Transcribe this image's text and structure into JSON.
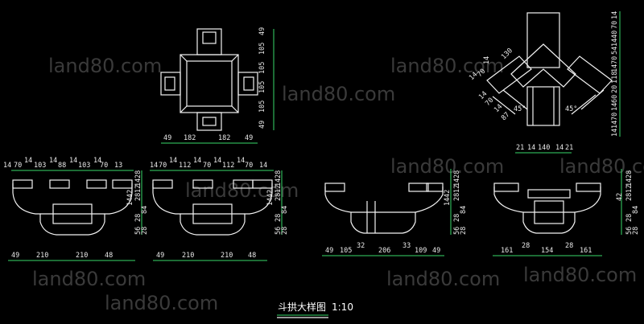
{
  "watermark": "land80.com",
  "title": "斗拱大样图",
  "scale": "1:10",
  "colors": {
    "background": "#000000",
    "line": "#f2f2f2",
    "dimension": "#39d86a",
    "text": "#e8e8e8"
  },
  "plan_view": {
    "right_dims": [
      "49",
      "105",
      "105",
      "105",
      "105",
      "49"
    ],
    "bottom_dims": [
      "49",
      "182",
      "182",
      "49"
    ]
  },
  "plan_45": {
    "left_dims": [
      "130",
      "14",
      "70",
      "14",
      "14",
      "70",
      "14",
      "87"
    ],
    "right_dims": [
      "14",
      "70",
      "40",
      "14",
      "54",
      "70",
      "14",
      "118",
      "20",
      "60",
      "14",
      "70",
      "14",
      "14"
    ],
    "angles": [
      "45°",
      "45°"
    ],
    "bottom_dims": [
      "21",
      "14",
      "140",
      "14",
      "21"
    ]
  },
  "elev_1": {
    "top_dims": [
      "14",
      "70",
      "14",
      "103",
      "14",
      "88",
      "14",
      "103",
      "14",
      "70",
      "13"
    ],
    "side_dims": [
      "28",
      "14",
      "12",
      "28",
      "42",
      "14",
      "28",
      "84",
      "56",
      "28"
    ],
    "bottom_dims": [
      "49",
      "210",
      "210",
      "48"
    ]
  },
  "elev_2": {
    "top_dims": [
      "14",
      "70",
      "14",
      "112",
      "14",
      "70",
      "14",
      "112",
      "14",
      "70",
      "14"
    ],
    "side_dims": [
      "28",
      "14",
      "12",
      "28",
      "42",
      "14",
      "28",
      "84",
      "56",
      "28"
    ],
    "bottom_dims": [
      "49",
      "210",
      "210",
      "48"
    ]
  },
  "elev_3": {
    "side_dims": [
      "28",
      "14",
      "12",
      "28",
      "42",
      "14",
      "28",
      "84",
      "56",
      "28"
    ],
    "bottom_dims": [
      "49",
      "105",
      "32",
      "206",
      "33",
      "109",
      "49"
    ]
  },
  "elev_4": {
    "side_dims": [
      "28",
      "14",
      "12",
      "28",
      "42",
      "28",
      "84",
      "56",
      "28"
    ],
    "bottom_dims": [
      "161",
      "28",
      "154",
      "28",
      "161"
    ]
  }
}
